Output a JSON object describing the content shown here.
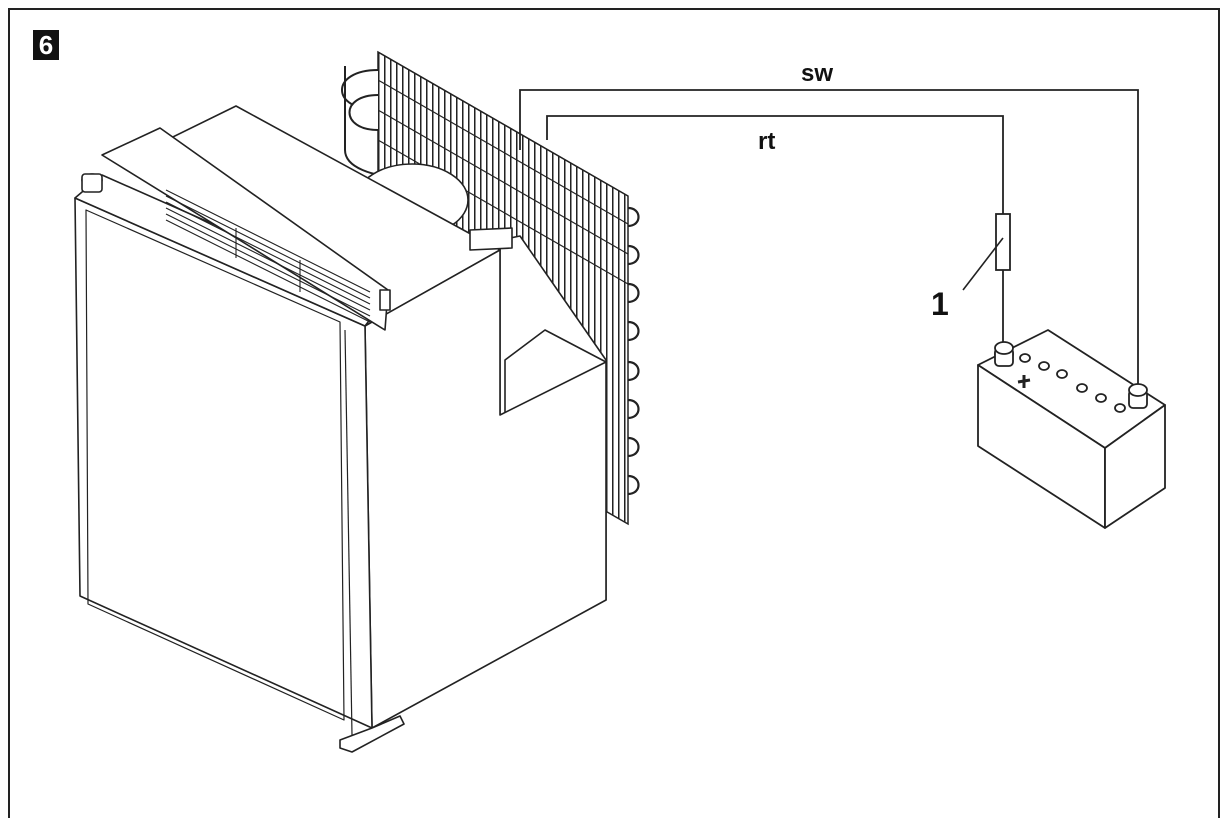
{
  "figure": {
    "number": "6"
  },
  "wires": {
    "black_label": "sw",
    "red_label": "rt"
  },
  "callouts": {
    "fuse": "1"
  },
  "icons": {
    "refrigerator": "refrigerator-icon",
    "condenser": "condenser-coil-icon",
    "battery": "battery-icon",
    "fuse": "fuse-icon"
  },
  "colors": {
    "line": "#222222",
    "background": "#ffffff"
  }
}
